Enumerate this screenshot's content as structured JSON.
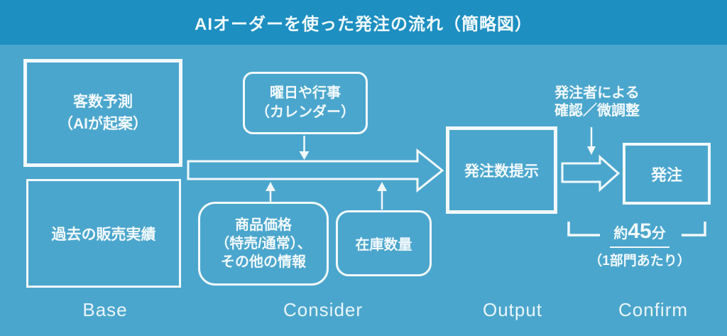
{
  "header": {
    "title": "AIオーダーを使った発注の流れ（簡略図）"
  },
  "colors": {
    "header_bg": "#1D8FC1",
    "body_bg": "#4BA6CD",
    "line_white": "#F2F9FC"
  },
  "boxes": {
    "customer_forecast": {
      "line1": "客数予測",
      "line2": "（AIが起案）"
    },
    "past_sales": {
      "label": "過去の販売実績"
    },
    "calendar": {
      "line1": "曜日や行事",
      "line2": "（カレンダー）"
    },
    "price": {
      "line1": "商品価格",
      "line2": "（特売/通常）、",
      "line3": "その他の情報"
    },
    "stock": {
      "label": "在庫数量"
    },
    "order_quantity": {
      "label": "発注数提示"
    },
    "order": {
      "label": "発注"
    }
  },
  "annotations": {
    "reviewer_line1": "発注者による",
    "reviewer_line2": "確認／微調整",
    "time_prefix": "約",
    "time_value": "45",
    "time_suffix": "分",
    "time_note": "（1部門あたり）"
  },
  "stage_labels": {
    "base": "Base",
    "consider": "Consider",
    "output": "Output",
    "confirm": "Confirm"
  }
}
